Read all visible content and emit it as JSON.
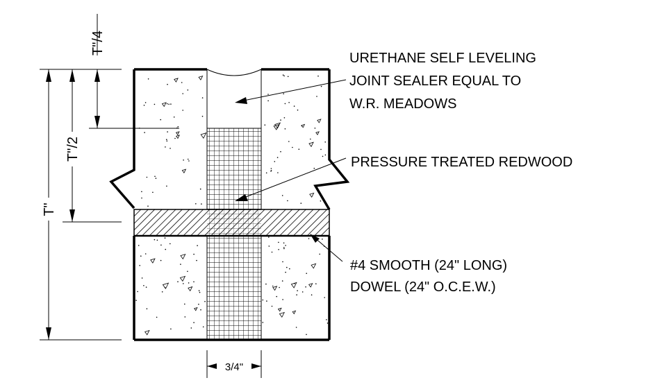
{
  "labels": {
    "sealer_line1": "URETHANE SELF LEVELING",
    "sealer_line2": "JOINT SEALER EQUAL TO",
    "sealer_line3": "W.R. MEADOWS",
    "redwood": "PRESSURE TREATED REDWOOD",
    "dowel_line1": "#4 SMOOTH (24\" LONG)",
    "dowel_line2": "DOWEL (24\" O.C.E.W.)"
  },
  "dimensions": {
    "quarter": "T\"/4",
    "half": "T\"/2",
    "full": "T\"",
    "joint_width": "3/4\""
  }
}
